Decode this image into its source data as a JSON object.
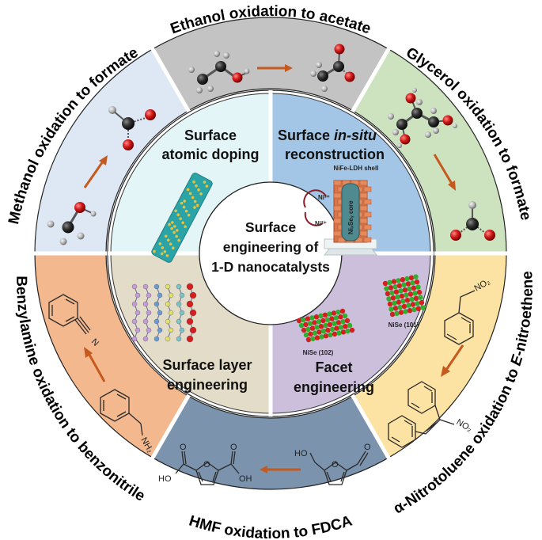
{
  "center": {
    "lines": [
      "Surface",
      "engineering of",
      "1-D nanocatalysts"
    ]
  },
  "inner_segments": [
    {
      "id": "atomic-doping",
      "lines": [
        "Surface",
        "atomic doping"
      ],
      "color": "#e3f5f6"
    },
    {
      "id": "in-situ-reconstruction",
      "line1_prefix": "Surface ",
      "line1_italic": "in-situ",
      "line2": "reconstruction",
      "color": "#a3c6e6",
      "annotations": {
        "shell": "NiFe-LDH shell",
        "core": "NiₓSeᵧ core",
        "ni3": "Ni³⁺",
        "ni2": "Ni²⁺"
      }
    },
    {
      "id": "facet-engineering",
      "lines": [
        "Facet",
        "engineering"
      ],
      "color": "#cbbfdc",
      "annotations": {
        "facet_101": "NiSe (101)",
        "facet_102": "NiSe (102)"
      }
    },
    {
      "id": "surface-layer-engineering",
      "lines": [
        "Surface layer",
        "engineering"
      ],
      "color": "#e2dcc8"
    }
  ],
  "outer_segments": [
    {
      "id": "ethanol",
      "label": "Ethanol oxidation to acetate",
      "color": "#c3c3c3"
    },
    {
      "id": "glycerol",
      "label": "Glycerol oxidation to formate",
      "color": "#cde3c0"
    },
    {
      "id": "nitrotoluene",
      "label": "α-Nitrotoluene oxidation to E-nitroethene",
      "label_prefix": "α-Nitrotoluene oxidation to ",
      "label_italic": "E",
      "label_suffix": "-nitroethene",
      "color": "#fce3a3"
    },
    {
      "id": "hmf",
      "label": "HMF oxidation to FDCA",
      "color": "#7b93ad"
    },
    {
      "id": "benzylamine",
      "label": "Benzylamine oxidation to benzonitrile",
      "color": "#f3b88e"
    },
    {
      "id": "methanol",
      "label": "Methanol oxidation to formate",
      "color": "#dde8f4"
    }
  ],
  "chem_labels": {
    "no2": "NO₂",
    "nh2": "NH₂",
    "n": "N",
    "ho": "HO",
    "oh": "OH",
    "o": "O"
  },
  "colors": {
    "arrow": "#c65a1e",
    "oxygen": "#d41c1c",
    "carbon": "#333333",
    "hydrogen": "#b5b5b5"
  }
}
